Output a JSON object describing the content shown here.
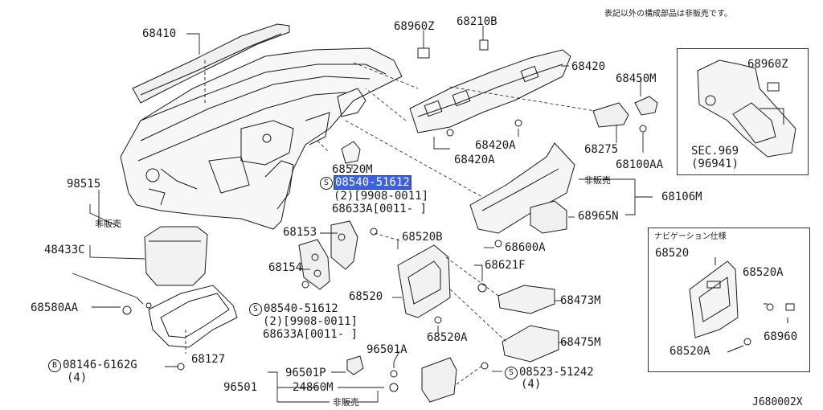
{
  "header_note": "表記以外の構成部品は非販売です。",
  "diagram_code": "J680002X",
  "colors": {
    "line": "#1a1a1a",
    "highlight": "#3c61d8",
    "part_fill": "#f4f4f4"
  },
  "labels": {
    "p68410": "68410",
    "p68960Z": "68960Z",
    "p68210B": "68210B",
    "p68420": "68420",
    "p68450M": "68450M",
    "p68420A_1": "68420A",
    "p68420A_2": "68420A",
    "p68275": "68275",
    "p68100AA": "68100AA",
    "p68520M": "68520M",
    "p98515": "98515",
    "p48433C": "48433C",
    "p68580AA": "68580AA",
    "p68127": "68127",
    "p68153": "68153",
    "p68154": "68154",
    "p68520B": "68520B",
    "p68600A": "68600A",
    "p68621F": "68621F",
    "p68520": "68520",
    "p68473M": "68473M",
    "p68520A": "68520A",
    "p68475M": "68475M",
    "p96501A": "96501A",
    "p96501P": "96501P",
    "p96501": "96501",
    "p24860M": "24860M",
    "p68106M": "68106M",
    "p68965N": "68965N",
    "hibaibai_1": "非販売",
    "hibaibai_2": "非販売",
    "hibaibai_3": "非販売",
    "screw1_code": "08540-51612",
    "screw1_q1": "(2)[9908-0011]",
    "screw1_q2": "68633A[0011-   ]",
    "screw2_code": "08540-51612",
    "screw2_q1": "(2)[9908-0011]",
    "screw2_q2": "68633A[0011-   ]",
    "bolt_code": "08146-6162G",
    "bolt_qty": "(4)",
    "screw3_code": "08523-51242",
    "screw3_qty": "(4)",
    "sym_s": "S",
    "sym_b": "B"
  },
  "inset_sec": {
    "p68960Z": "68960Z",
    "sec": "SEC.969",
    "sec_sub": "(96941)"
  },
  "inset_navi": {
    "title": "ナビゲーション仕様",
    "p68520": "68520",
    "p68520A_1": "68520A",
    "p68960": "68960",
    "p68520A_2": "68520A"
  }
}
